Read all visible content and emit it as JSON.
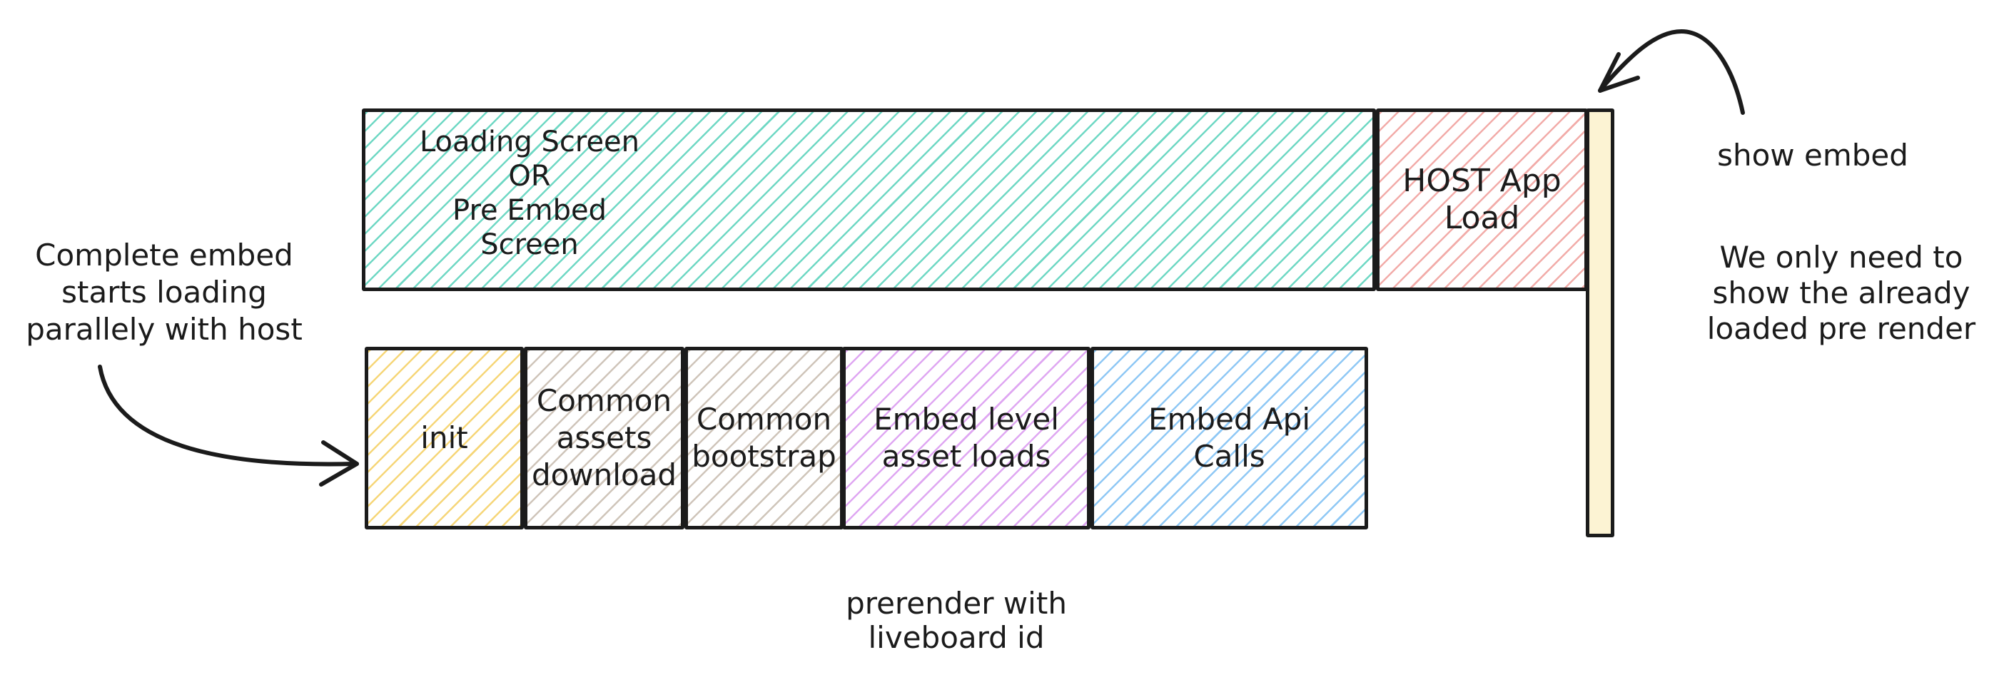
{
  "colors": {
    "background": "#ffffff",
    "stroke": "#1b1b1b",
    "text": "#1b1b1b",
    "teal_hatch": "#6fd8c4",
    "red_hatch": "#f2aca9",
    "yellow_hatch": "#f6d678",
    "taupe_hatch": "#cfc5ba",
    "purple_hatch": "#dfa7f2",
    "blue_hatch": "#8fc8f5",
    "bar_fill": "#fcf3d3"
  },
  "boxes": {
    "loading_screen": {
      "lines": [
        "Loading Screen",
        "OR",
        "Pre Embed",
        "Screen"
      ]
    },
    "host_app_load": {
      "lines": [
        "HOST App",
        "Load"
      ]
    },
    "init": {
      "lines": [
        "init"
      ]
    },
    "common_assets_download": {
      "lines": [
        "Common",
        "assets",
        "download"
      ]
    },
    "common_bootstrap": {
      "lines": [
        "Common",
        "bootstrap"
      ]
    },
    "embed_level_asset_loads": {
      "lines": [
        "Embed level",
        "asset loads"
      ]
    },
    "embed_api_calls": {
      "lines": [
        "Embed Api",
        "Calls"
      ]
    }
  },
  "annotations": {
    "left_note": {
      "lines": [
        "Complete embed",
        "starts loading",
        "parallely with host"
      ]
    },
    "show_embed_note": {
      "lines": [
        "show embed"
      ]
    },
    "right_note": {
      "lines": [
        "We only need to",
        "show the already",
        "loaded pre render"
      ]
    },
    "bottom_note": {
      "lines": [
        "prerender with",
        "liveboard id"
      ]
    }
  }
}
